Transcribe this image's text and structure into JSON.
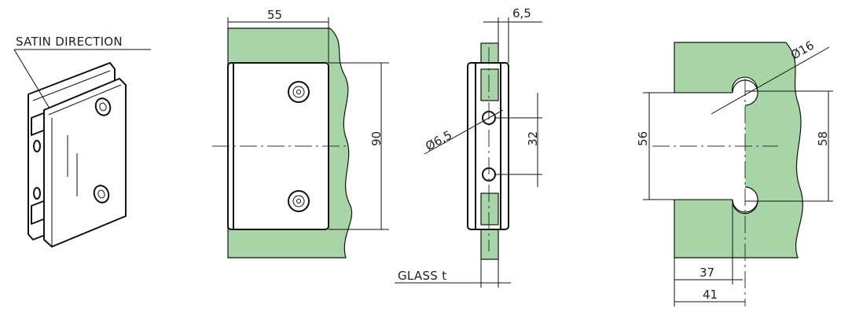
{
  "drawing": {
    "notes": {
      "satin_direction": "SATIN DIRECTION",
      "glass_thickness": "GLASS t"
    },
    "dimensions": {
      "front_width": "55",
      "front_height": "90",
      "side_thickness": "6,5",
      "side_hole_diameter": "Ø6,5",
      "side_hole_spacing": "32",
      "cutout_diameter": "Ø16",
      "cutout_spacing_inner": "56",
      "cutout_spacing_outer": "58",
      "cutout_depth_inner": "37",
      "cutout_depth_outer": "41"
    },
    "colors": {
      "glass": "#a8d5a8",
      "line": "#111111"
    }
  }
}
